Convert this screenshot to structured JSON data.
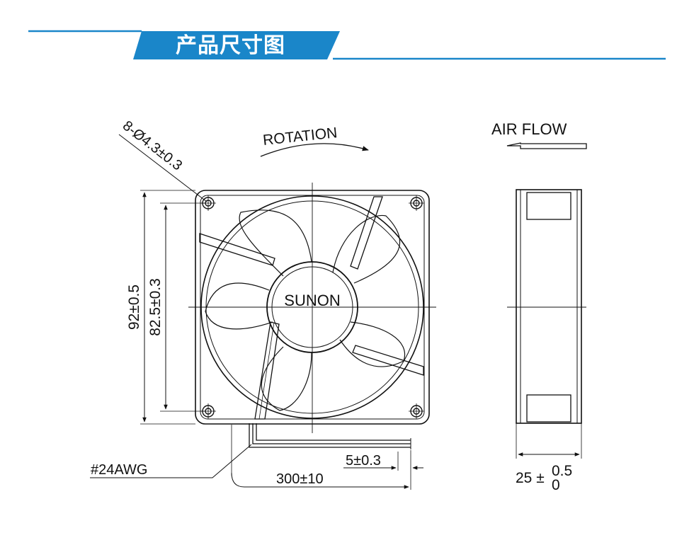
{
  "header": {
    "title": "产品尺寸图",
    "accent_color": "#1a86c9"
  },
  "front_view": {
    "hole_spec": "8-Ø4.3±0.3",
    "rotation_label": "ROTATION",
    "brand": "SUNON",
    "overall_height": "92±0.5",
    "hole_spacing": "82.5±0.3",
    "wire_gauge": "#24AWG",
    "lead_length": "300±10",
    "strip_length": "5±0.3"
  },
  "side_view": {
    "airflow_label": "AIR FLOW",
    "thickness_base": "25 ±",
    "thickness_upper_tol": "0.5",
    "thickness_lower_tol": "0"
  }
}
